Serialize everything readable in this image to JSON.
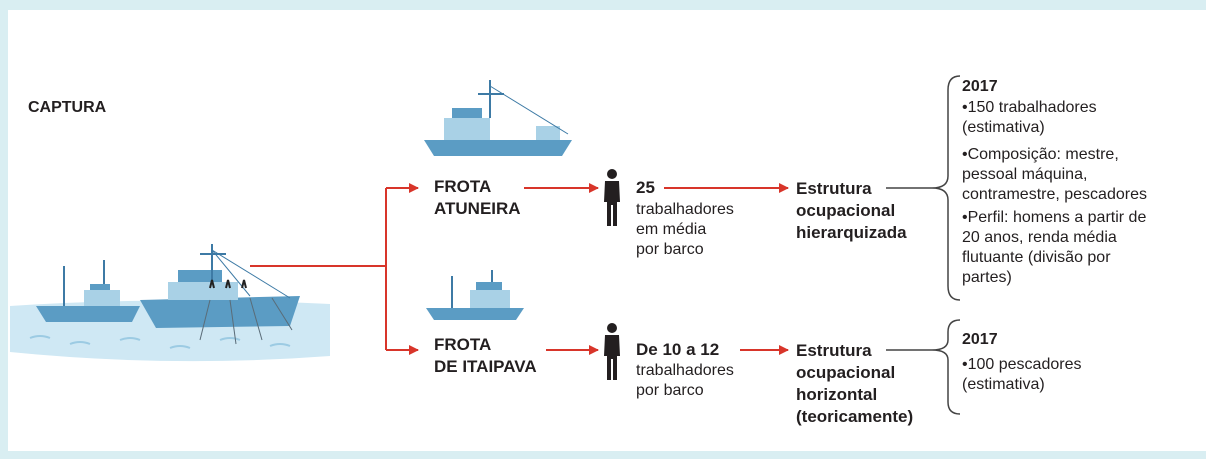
{
  "section_label": "CAPTURA",
  "fleets": [
    {
      "name_line1": "FROTA",
      "name_line2": "ATUNEIRA",
      "workers_count": "25",
      "workers_line1": "trabalhadores",
      "workers_line2": "em média",
      "workers_line3": "por barco",
      "structure_line1": "Estrutura",
      "structure_line2": "ocupacional",
      "structure_line3": "hierarquizada",
      "structure_line4": "",
      "details": [
        "2017",
        "•150 trabalhadores",
        "(estimativa)",
        "•Composição: mestre,",
        "pessoal máquina,",
        "contramestre, pescadores",
        "•Perfil: homens a partir de",
        "20 anos, renda média",
        "flutuante (divisão por",
        "partes)"
      ]
    },
    {
      "name_line1": "FROTA",
      "name_line2": "DE ITAIPAVA",
      "workers_count": "De 10 a 12",
      "workers_line1": "trabalhadores",
      "workers_line2": "por barco",
      "workers_line3": "",
      "structure_line1": "Estrutura",
      "structure_line2": "ocupacional",
      "structure_line3": "horizontal",
      "structure_line4": "(teoricamente)",
      "details": [
        "2017",
        "•100 pescadores",
        "(estimativa)"
      ]
    }
  ],
  "colors": {
    "arrow": "#d8352a",
    "frame": "#d9eef2",
    "text": "#231f20",
    "boat_hull": "#5b9cc4",
    "boat_cabin": "#a9d1e6",
    "water": "#cfe8f4"
  },
  "icons": [
    "fishing-boat-icon",
    "person-icon",
    "fish-school-icon"
  ]
}
